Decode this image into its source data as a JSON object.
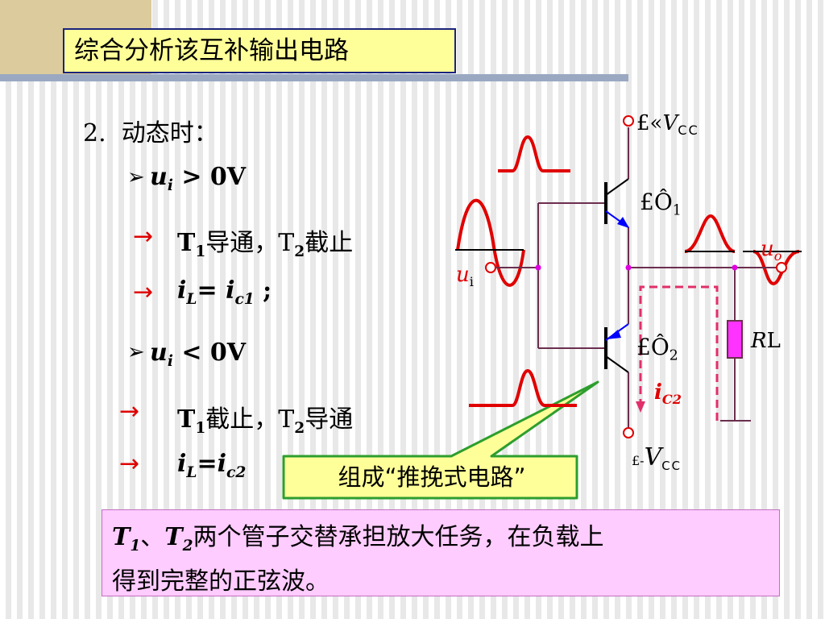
{
  "title": "综合分析该互补输出电路",
  "content": {
    "heading_num": "2.",
    "heading_text": "动态时：",
    "case1": {
      "bullet": "➢",
      "var": "u",
      "var_sub": "i",
      "cond": " >  0V",
      "line1_a": "T",
      "line1_a_sub": "1",
      "line1_b": "导通，T",
      "line1_b_sub": "2",
      "line1_c": "截止",
      "line2_a": "i",
      "line2_a_sub": "L",
      "line2_b": "= i",
      "line2_b_sub": "c1",
      "line2_c": " ;"
    },
    "case2": {
      "bullet": "➢",
      "var": "u",
      "var_sub": "i",
      "cond": " <  0V",
      "line1_a": "T",
      "line1_a_sub": "1",
      "line1_b": "截止，T",
      "line1_b_sub": "2",
      "line1_c": "导通",
      "line2_a": "i",
      "line2_a_sub": "L",
      "line2_b": "=i",
      "line2_b_sub": "c2"
    },
    "arrow": "→"
  },
  "callout": "组成“推挽式电路”",
  "note": {
    "t1": "T",
    "t1_sub": "1",
    "sep": "、",
    "t2": "T",
    "t2_sub": "2",
    "text1": "两个管子交替承担放大任务，在负载上",
    "text2": "得到完整的正弦波。"
  },
  "circuit": {
    "vcc_pos_prefix": "£«",
    "vcc_neg_prefix": "£-",
    "vcc_label": "V",
    "vcc_sub": "CC",
    "t1_label": "£Ô",
    "t1_sub": "1",
    "t2_label": "£Ô",
    "t2_sub": "2",
    "ui_label": "u",
    "ui_sub": "i",
    "uo_label": "u",
    "uo_sub": "o",
    "rl_label": "R",
    "rl_sub": "L",
    "ic2_label": "i",
    "ic2_sub": "C2"
  },
  "colors": {
    "title_bg": "#ffff99",
    "title_border": "#1a237e",
    "note_bg": "#ffccff",
    "callout_bg": "#ffff99",
    "callout_border": "#2e9e2e",
    "arrow_red": "#e00000",
    "label_red": "#e00000",
    "wire_purple": "#6b2f4e",
    "resistor": "#ff33ff",
    "dashed": "#e0306a",
    "emitter_blue": "#0000ff"
  }
}
